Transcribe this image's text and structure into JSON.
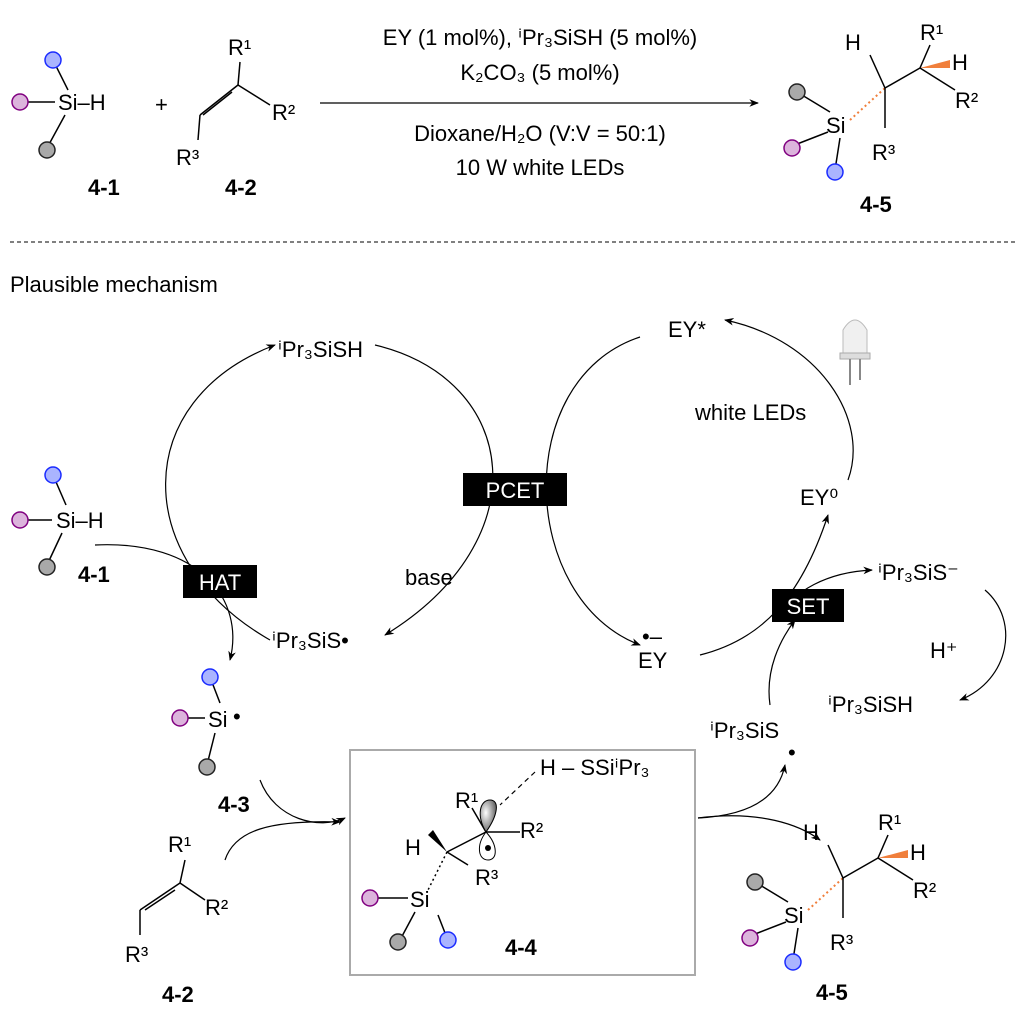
{
  "atoms": {
    "si_h": "Si–H",
    "si": "Si",
    "h": "H",
    "r1": "R¹",
    "r2": "R²",
    "r3": "R³",
    "radical_dot": "•"
  },
  "reaction": {
    "reactant1_label": "4-1",
    "plus": "+",
    "reactant2_label": "4-2",
    "product_label": "4-5",
    "conditions": [
      "EY (1 mol%), ⁱPr₃SiSH (5 mol%)",
      "K₂CO₃ (5 mol%)",
      "Dioxane/H₂O (V:V = 50:1)",
      "10 W white LEDs"
    ]
  },
  "mechanism": {
    "title": "Plausible mechanism",
    "thiol_top": "ⁱPr₃SiSH",
    "ey_excited": "EY*",
    "white_leds": "white LEDs",
    "pcet": "PCET",
    "hat": "HAT",
    "set": "SET",
    "base": "base",
    "ey0": "EY⁰",
    "ey_radical_anion": "EY",
    "ey_radical_anion_mark": "•–",
    "thiyl_left": "ⁱPr₃SiS•",
    "thiolate": "ⁱPr₃SiS⁻",
    "h_plus": "H⁺",
    "thiol_right": "ⁱPr₃SiSH",
    "thiyl_right": "ⁱPr₃SiS",
    "label_4_1": "4-1",
    "label_4_2": "4-2",
    "label_4_3": "4-3",
    "label_4_4": "4-4",
    "label_4_5": "4-5",
    "hs_label": "H – SSiⁱPr₃"
  },
  "colors": {
    "blue": "#aab4ff",
    "purple": "#dcb4dc",
    "gray": "#a9a9a9",
    "wedge": "#f07f3c"
  }
}
